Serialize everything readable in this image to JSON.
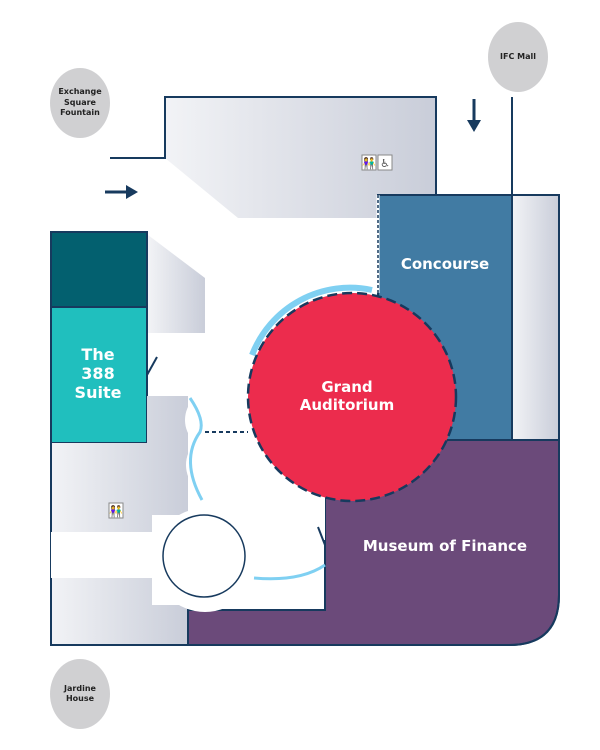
{
  "landmarks": {
    "ifc_mall": "IFC Mall",
    "exchange_square": "Exchange Square Fountain",
    "jardine_house": "Jardine House"
  },
  "venues": {
    "concourse": "Concourse",
    "suite_388": "The 388 Suite",
    "grand_auditorium": "Grand Auditorium",
    "museum": "Museum of Finance"
  },
  "icons": [
    "restroom-icon",
    "accessible-icon",
    "entrance-arrow-icon"
  ],
  "colors": {
    "concourse": "#417ba3",
    "suite_dark": "#03606f",
    "suite_light": "#20bfbe",
    "auditorium": "#ec2c4d",
    "museum": "#6b4a7a",
    "outline": "#173a5e",
    "accent_blue": "#7fd0f2"
  }
}
